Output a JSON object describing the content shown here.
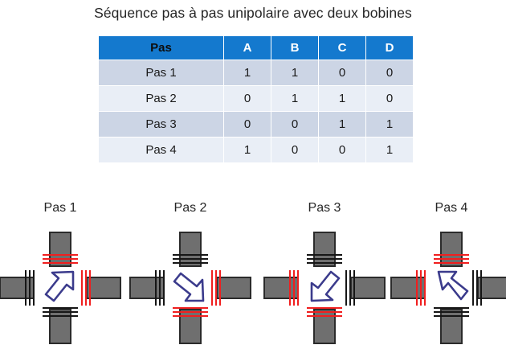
{
  "title": "Séquence pas à pas unipolaire avec deux bobines",
  "table": {
    "headers": [
      "Pas",
      "A",
      "B",
      "C",
      "D"
    ],
    "rows": [
      {
        "step": "Pas 1",
        "A": "1",
        "B": "1",
        "C": "0",
        "D": "0"
      },
      {
        "step": "Pas 2",
        "A": "0",
        "B": "1",
        "C": "1",
        "D": "0"
      },
      {
        "step": "Pas 3",
        "A": "0",
        "B": "0",
        "C": "1",
        "D": "1"
      },
      {
        "step": "Pas 4",
        "A": "1",
        "B": "0",
        "C": "0",
        "D": "1"
      }
    ]
  },
  "colors": {
    "header_blue": "#1479ce",
    "row_odd": "#ccd5e5",
    "row_even": "#e9eef6",
    "coil_gray": "#6f6f6f",
    "coil_border": "#2b2b2b",
    "active_red": "#f01f1f",
    "inactive_black": "#161616",
    "arrow_stroke": "#3b3b8c",
    "arrow_fill": "#ffffff",
    "text": "#262626"
  },
  "diagrams": [
    {
      "label": "Pas 1",
      "arrow_direction": "north-east",
      "coils": {
        "top": "on",
        "right": "on",
        "bottom": "off",
        "left": "off"
      }
    },
    {
      "label": "Pas 2",
      "arrow_direction": "south-east",
      "coils": {
        "top": "off",
        "right": "on",
        "bottom": "on",
        "left": "off"
      }
    },
    {
      "label": "Pas 3",
      "arrow_direction": "south-west",
      "coils": {
        "top": "off",
        "right": "off",
        "bottom": "on",
        "left": "on"
      }
    },
    {
      "label": "Pas 4",
      "arrow_direction": "north-west",
      "coils": {
        "top": "on",
        "right": "off",
        "bottom": "off",
        "left": "on"
      }
    }
  ]
}
